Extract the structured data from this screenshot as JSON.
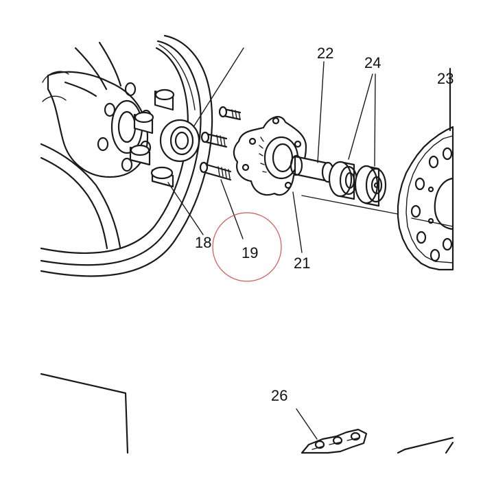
{
  "diagram": {
    "callouts": {
      "c18": "18",
      "c19": "19",
      "c21": "21",
      "c22": "22",
      "c23": "23",
      "c24": "24",
      "c26": "26"
    },
    "highlight": {
      "target": "19",
      "color": "#d9534f"
    },
    "colors": {
      "ink": "#1a1a1a",
      "paper": "#ffffff"
    }
  }
}
